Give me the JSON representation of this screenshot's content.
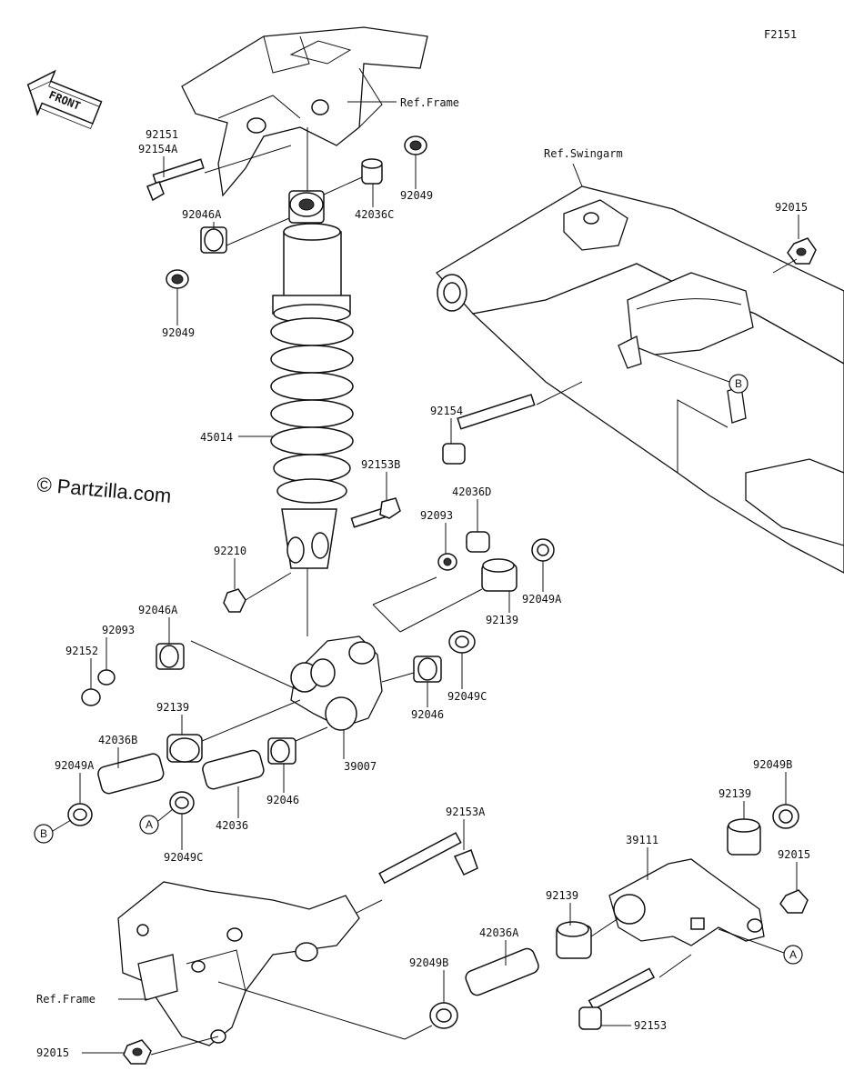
{
  "figure_code": "F2151",
  "watermark": "© Partzilla.com",
  "direction_arrow": "FRONT",
  "refs": {
    "frame_top": "Ref.Frame",
    "swingarm": "Ref.Swingarm",
    "frame_bottom": "Ref.Frame"
  },
  "callouts": {
    "a": "A",
    "b": "B"
  },
  "parts": [
    "92151",
    "92154A",
    "92046A",
    "92049",
    "42036C",
    "92049",
    "92015",
    "45014",
    "92154",
    "92153B",
    "42036D",
    "92093",
    "92210",
    "92049A",
    "92139",
    "92046A",
    "92093",
    "92152",
    "92049C",
    "92046",
    "92139",
    "42036B",
    "39007",
    "92049A",
    "92046",
    "42036",
    "92049C",
    "92153A",
    "92049B",
    "92139",
    "39111",
    "92015",
    "92139",
    "42036A",
    "92049B",
    "92153",
    "92015"
  ]
}
